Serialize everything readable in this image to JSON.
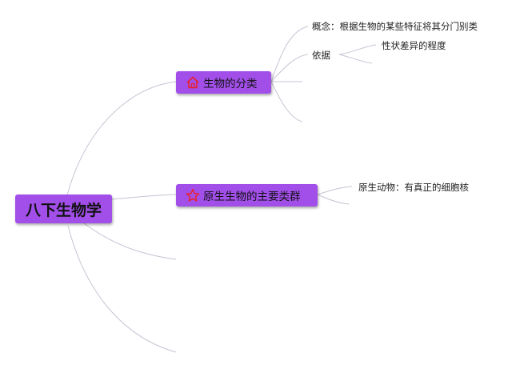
{
  "mindmap": {
    "root": {
      "label": "八下生物学"
    },
    "branches": [
      {
        "label": "生物的分类",
        "icon": "house-icon",
        "children": [
          {
            "label": "概念：根据生物的某些特征将其分门别类"
          },
          {
            "label": "依据",
            "children": [
              {
                "label": "性状差异的程度"
              }
            ]
          }
        ]
      },
      {
        "label": "原生生物的主要类群",
        "icon": "star-icon",
        "children": [
          {
            "label": "原生动物：有真正的细胞核"
          }
        ]
      }
    ]
  },
  "colors": {
    "node_fill": "#a24fea",
    "line": "#c9c3d3",
    "icon_stroke": "#e8222f"
  }
}
